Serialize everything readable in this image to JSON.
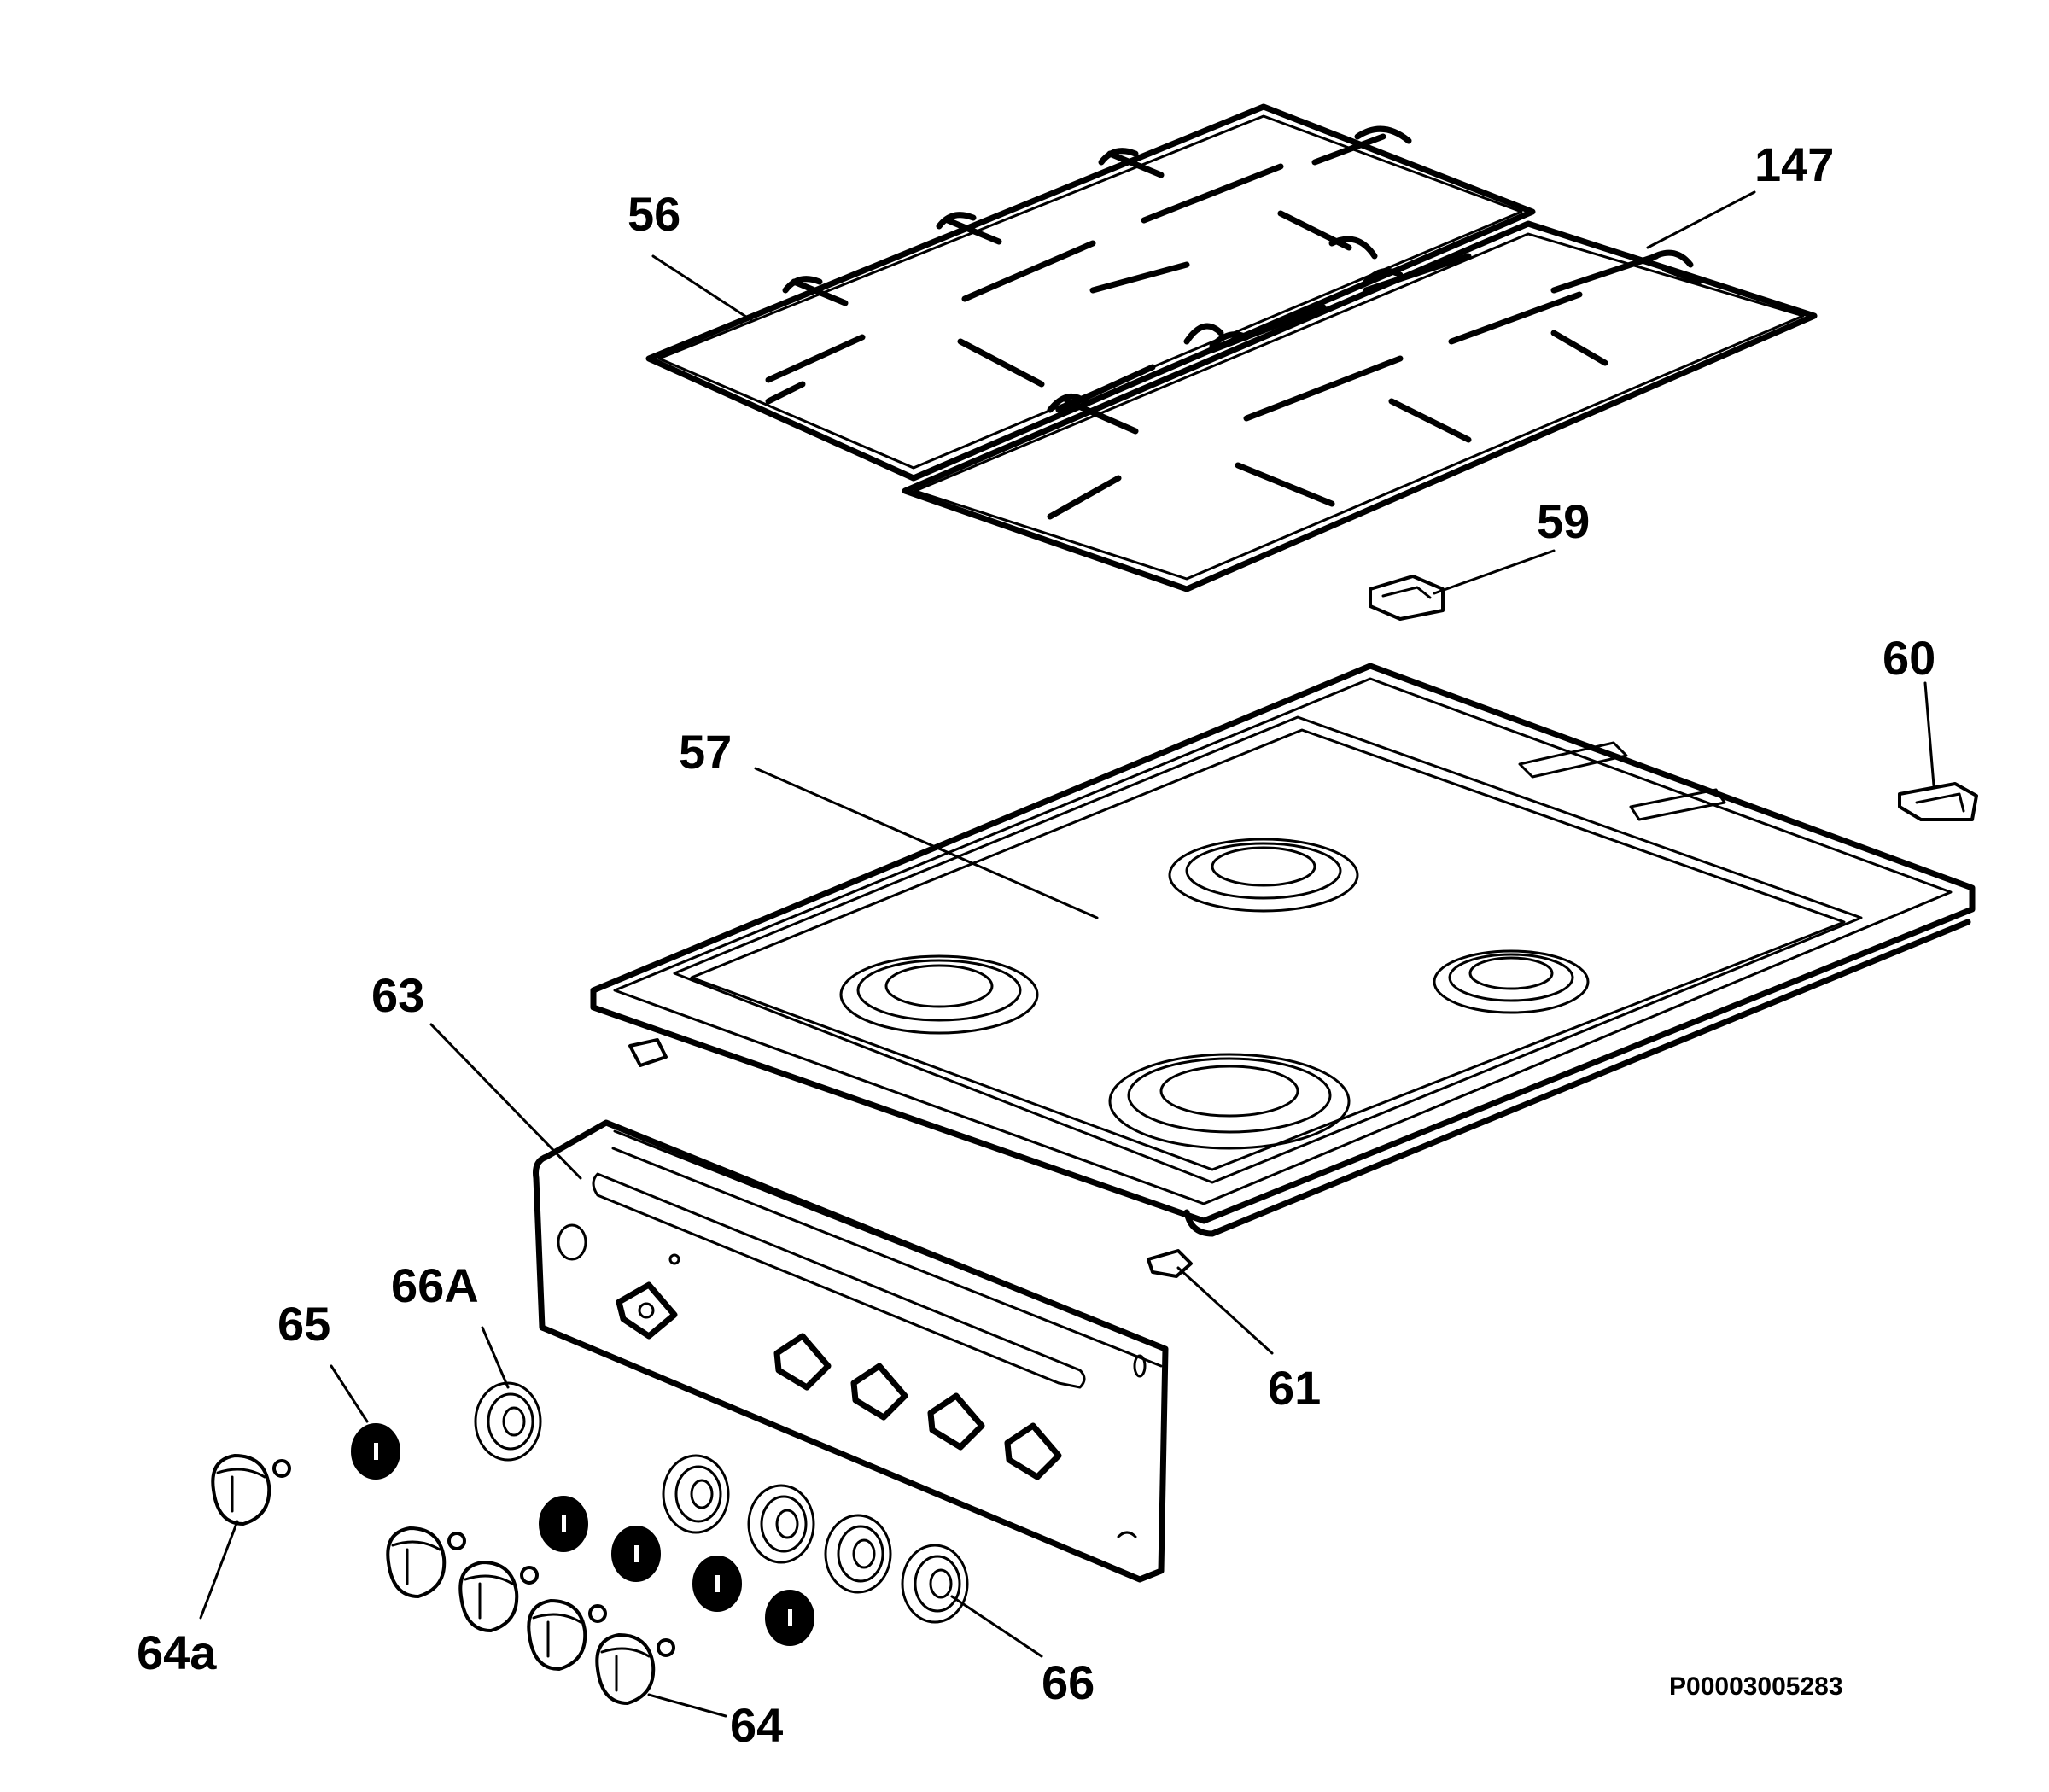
{
  "labels": {
    "p56": "56",
    "p147": "147",
    "p59": "59",
    "p60": "60",
    "p57": "57",
    "p63": "63",
    "p65": "65",
    "p66A": "66A",
    "p61": "61",
    "p64a": "64a",
    "p64": "64",
    "p66": "66"
  },
  "drawing_code": "P00003005283"
}
